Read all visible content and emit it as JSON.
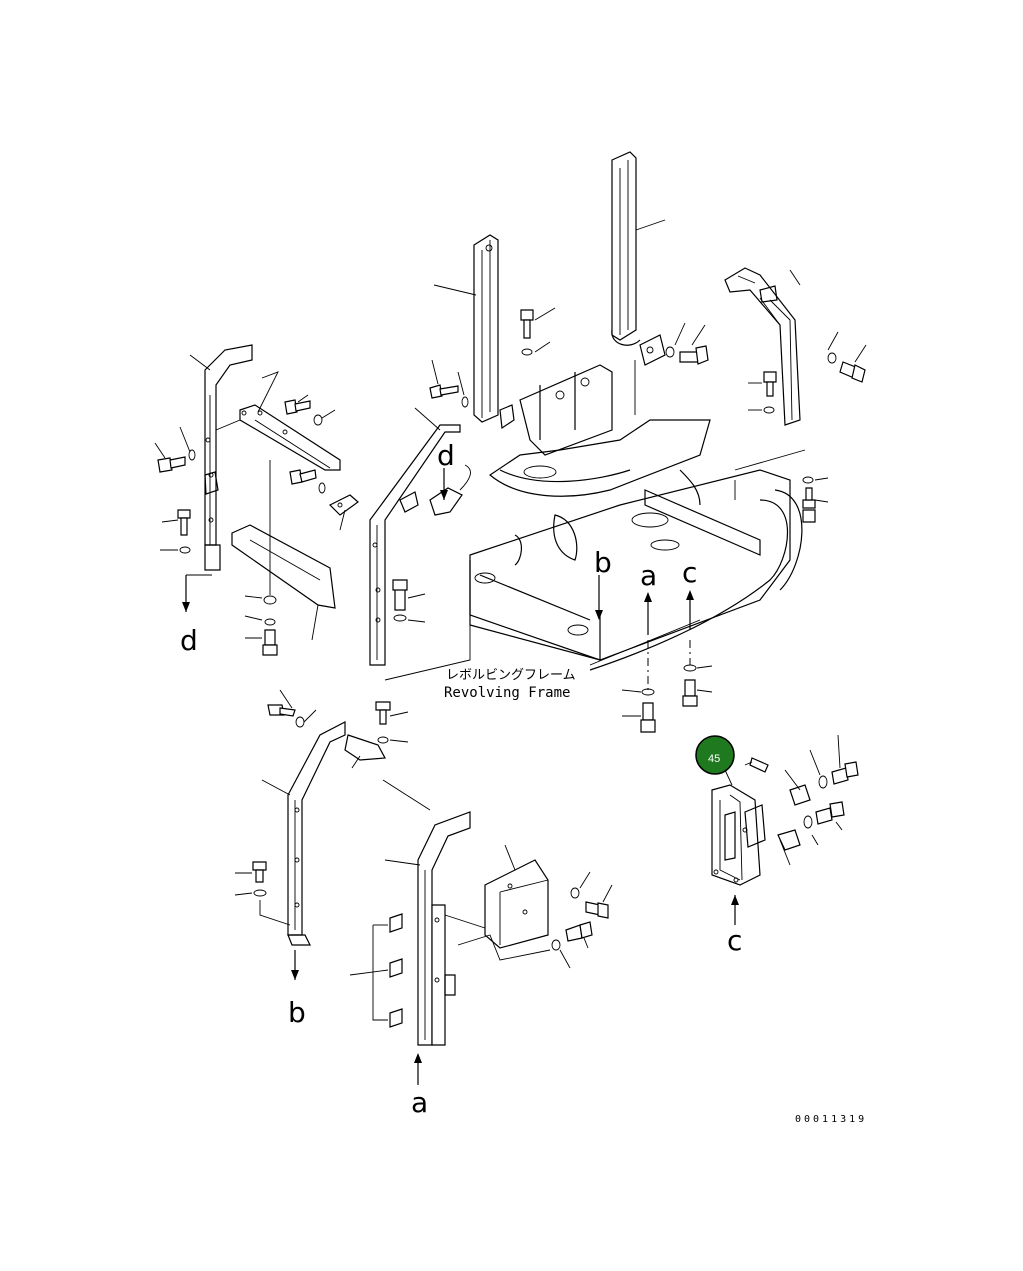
{
  "frame_label": {
    "japanese": "レボルビングフレーム",
    "english": "Revolving Frame"
  },
  "view_labels": {
    "a_top": "a",
    "b_top": "b",
    "c_top": "c",
    "d_top": "d",
    "d_left": "d",
    "b_bottom": "b",
    "a_bottom": "a",
    "c_right": "c"
  },
  "callout_badge": {
    "number": "45",
    "color": "#1f7a1f"
  },
  "drawing_code": "00011319"
}
